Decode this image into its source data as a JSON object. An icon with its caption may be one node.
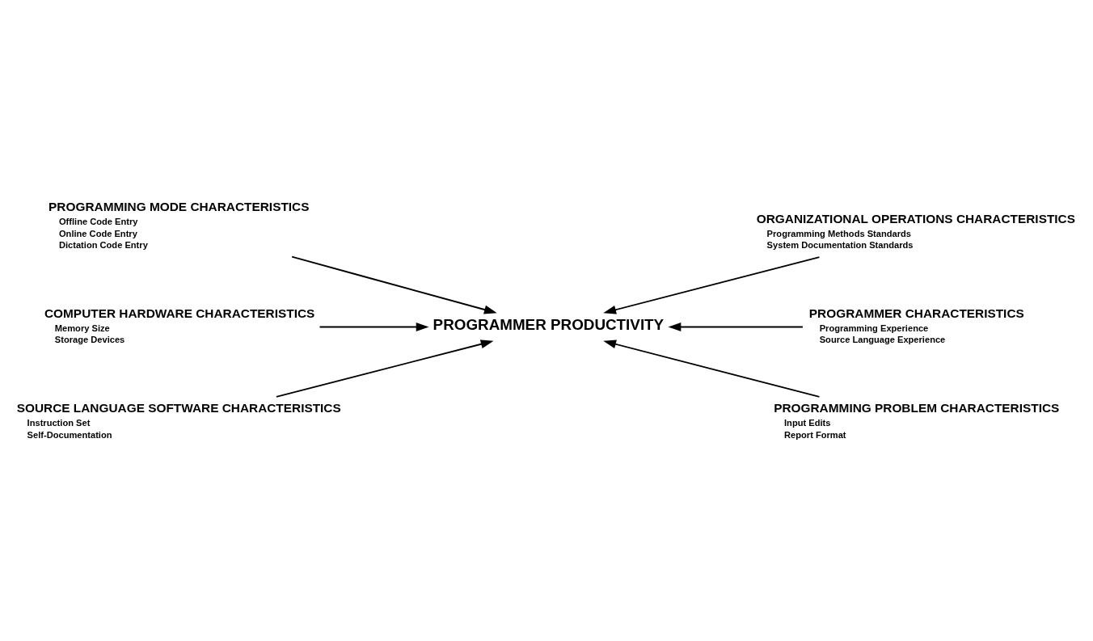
{
  "diagram": {
    "nodes": [
      {
        "text": [
          "PROGRAMMING MODE CHARACTERISTICS",
          "Offline Code Entry",
          "Online Code Entry",
          "Dictation Code Entry"
        ]
      },
      {
        "text": [
          "ORGANIZATIONAL OPERATIONS CHARACTERISTICS",
          "Programming Methods Standards",
          "System Documentation Standards"
        ]
      },
      {
        "text": [
          "COMPUTER HARDWARE CHARACTERISTICS",
          "Memory Size",
          "Storage Devices"
        ]
      },
      {
        "text": [
          "PROGRAMMER PRODUCTIVITY"
        ]
      },
      {
        "text": [
          "PROGRAMMER CHARACTERISTICS",
          "Programming Experience",
          "Source Language Experience"
        ]
      },
      {
        "text": [
          "SOURCE LANGUAGE SOFTWARE CHARACTERISTICS",
          "Instruction Set",
          "Self-Documentation"
        ]
      },
      {
        "text": [
          "PROGRAMMING PROBLEM CHARACTERISTICS",
          "Input Edits",
          "Report Format"
        ]
      }
    ],
    "edges": [
      {
        "from": 0,
        "to": 3,
        "arrow": "to"
      },
      {
        "from": 1,
        "to": 3,
        "arrow": "to"
      },
      {
        "from": 2,
        "to": 3,
        "arrow": "to"
      },
      {
        "from": 4,
        "to": 3,
        "arrow": "to"
      },
      {
        "from": 5,
        "to": 3,
        "arrow": "to"
      },
      {
        "from": 6,
        "to": 3,
        "arrow": "to"
      }
    ]
  }
}
